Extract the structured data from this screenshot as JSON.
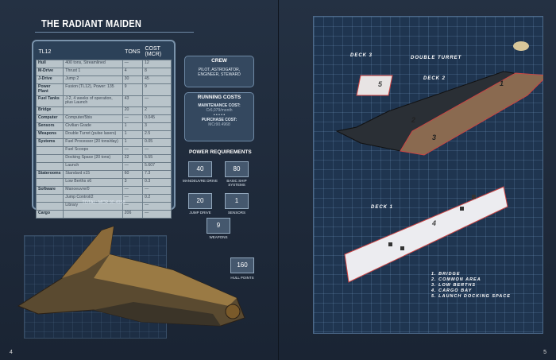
{
  "title": "THE RADIANT MAIDEN",
  "table": {
    "headers": [
      "TL12",
      "TONS",
      "COST (MCR)"
    ],
    "rows": [
      [
        "Hull",
        "400 tons, Streamlined",
        "—",
        "12"
      ],
      [
        "M-Drive",
        "Thrust 1",
        "4",
        "8"
      ],
      [
        "J-Drive",
        "Jump 2",
        "30",
        "45"
      ],
      [
        "Power Plant",
        "Fusion (TL12), Power: 135",
        "9",
        "9"
      ],
      [
        "Fuel Tanks",
        "J-2, 4 weeks of operation, plus Launch",
        "43",
        "—"
      ],
      [
        "Bridge",
        "",
        "20",
        "2"
      ],
      [
        "Computer",
        "Computer/5bis",
        "—",
        "0.045"
      ],
      [
        "Sensors",
        "Civilian Grade",
        "1",
        "3"
      ],
      [
        "Weapons",
        "Double Turret (pulse lasers)",
        "1",
        "2.5"
      ],
      [
        "Systems",
        "Fuel Processor (20 tons/day)",
        "1",
        "0.05"
      ],
      [
        "",
        "Fuel Scoops",
        "—",
        "—"
      ],
      [
        "",
        "Docking Space (20 tons)",
        "22",
        "5.55"
      ],
      [
        "",
        "Launch",
        "—",
        "5.607"
      ],
      [
        "Staterooms",
        "Standard x15",
        "60",
        "7.3"
      ],
      [
        "",
        "Low Berths x6",
        "3",
        "0.3"
      ],
      [
        "Software",
        "Manoeuvre/0",
        "—",
        "—"
      ],
      [
        "",
        "Jump Control/2",
        "—",
        "0.2"
      ],
      [
        "",
        "Library",
        "—",
        "—"
      ],
      [
        "Cargo",
        "",
        "206",
        "—"
      ]
    ],
    "total": "TOTAL: MCR 90.4968"
  },
  "crew": {
    "heading": "CREW",
    "text": "PILOT, ASTROGATOR, ENGINEER, STEWARD"
  },
  "running": {
    "heading": "RUNNING COSTS",
    "maint_label": "MAINTENANCE COST:",
    "maint_value": "Cr6,079/month",
    "sep": "• • • • •",
    "purchase_label": "PURCHASE COST:",
    "purchase_value": "MCr90.4968"
  },
  "power": {
    "heading": "POWER REQUIREMENTS",
    "items": [
      {
        "value": "40",
        "label": "MANOEUVRE DRIVE"
      },
      {
        "value": "80",
        "label": "BASIC SHIP SYSTEMS"
      },
      {
        "value": "20",
        "label": "JUMP DRIVE"
      },
      {
        "value": "1",
        "label": "SENSORS"
      },
      {
        "value": "9",
        "label": "WEAPONS"
      }
    ]
  },
  "hull": {
    "value": "160",
    "label": "HULL POINTS"
  },
  "deckplan": {
    "deck3": "DECK 3",
    "deck2": "DECK 2",
    "deck1": "DECK 1",
    "turret": "DOUBLE TURRET",
    "markers": [
      "1",
      "2",
      "3",
      "4",
      "5"
    ],
    "legend": [
      "1. BRIDGE",
      "2. COMMON AREA",
      "3. LOW BERTHS",
      "4. CARGO BAY",
      "5. LAUNCH DOCKING SPACE"
    ]
  },
  "page_left": "4",
  "page_right": "5"
}
